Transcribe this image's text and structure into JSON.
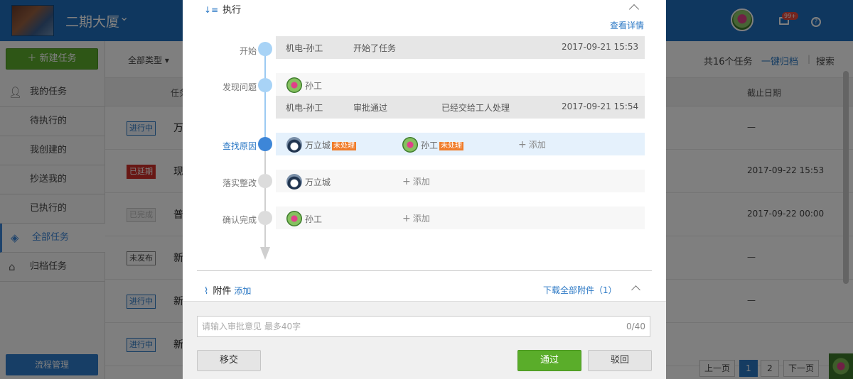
{
  "header": {
    "project_name": "二期大厦",
    "badge": "99+"
  },
  "sidebar": {
    "new_task": "新建任务",
    "items": [
      {
        "icon": "person-icon",
        "label": "我的任务"
      },
      {
        "icon": "",
        "label": "待执行的"
      },
      {
        "icon": "",
        "label": "我创建的"
      },
      {
        "icon": "",
        "label": "抄送我的"
      },
      {
        "icon": "",
        "label": "已执行的"
      },
      {
        "icon": "layers-icon",
        "label": "全部任务"
      },
      {
        "icon": "archive-icon",
        "label": "归档任务"
      }
    ],
    "flow_button": "流程管理"
  },
  "main": {
    "filter_type": "全部类型 ▾",
    "task_count": "共16个任务",
    "archive": "一键归档",
    "search": "搜索",
    "col_task": "任务",
    "col_deadline": "截止日期",
    "rows": [
      {
        "badge": "进行中",
        "title": "万",
        "deadline": "—"
      },
      {
        "badge": "已延期",
        "title": "现",
        "deadline": "2017-09-22 15:53"
      },
      {
        "badge": "已完成",
        "title": "普",
        "deadline": "2017-09-22 00:00"
      },
      {
        "badge": "未发布",
        "title": "新",
        "deadline": "—"
      },
      {
        "badge": "进行中",
        "title": "新",
        "deadline": "—"
      },
      {
        "badge": "进行中",
        "title": "新",
        "deadline": ""
      }
    ],
    "pager": {
      "prev": "上一页",
      "p1": "1",
      "p2": "2",
      "next": "下一页"
    }
  },
  "modal": {
    "section_title": "执行",
    "view_detail": "查看详情",
    "steps": {
      "s1": "开始",
      "s2": "发现问题",
      "s3": "查找原因",
      "s4": "落实整改",
      "s5": "确认完成"
    },
    "log1": {
      "who": "机电-孙工",
      "action": "开始了任务",
      "note": "",
      "time": "2017-09-21 15:53"
    },
    "log2": {
      "who": "机电-孙工",
      "action": "审批通过",
      "note": "已经交给工人处理",
      "time": "2017-09-21 15:54"
    },
    "people": {
      "sun": "孙工",
      "wan": "万立城",
      "unhandled": "未处理"
    },
    "add": "添加",
    "attachments": {
      "title": "附件",
      "add": "添加",
      "download_all": "下载全部附件（1）"
    },
    "comment": {
      "placeholder": "请输入审批意见 最多40字",
      "count": "0/40"
    },
    "buttons": {
      "transfer": "移交",
      "approve": "通过",
      "reject": "驳回"
    }
  }
}
